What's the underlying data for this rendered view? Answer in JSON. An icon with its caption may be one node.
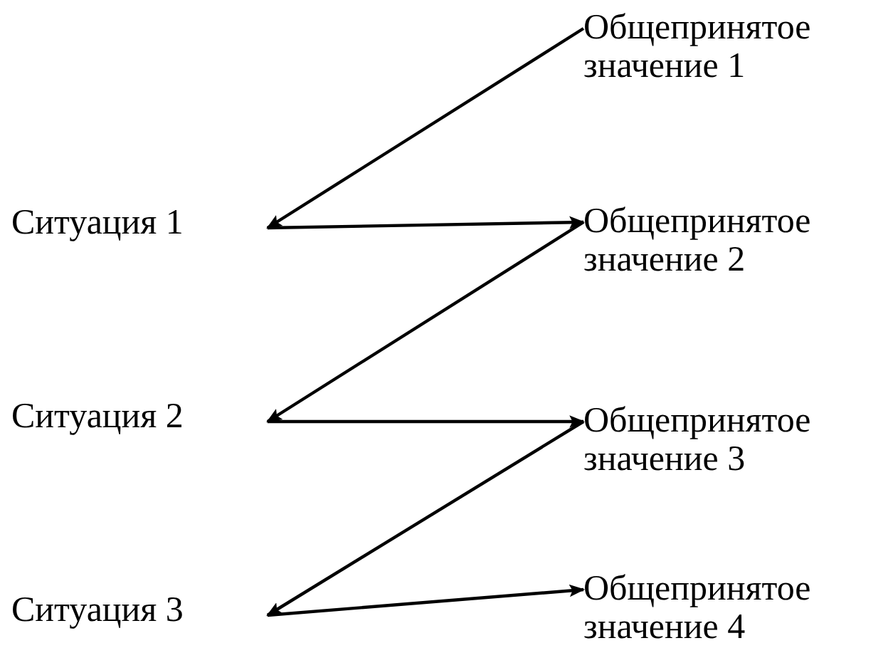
{
  "diagram": {
    "nodes": [
      {
        "text": [
          "Общепринятое значение 1"
        ]
      },
      {
        "text": [
          "Ситуация 1"
        ]
      },
      {
        "text": [
          "Общепринятое значение 2"
        ]
      },
      {
        "text": [
          "Ситуация 2"
        ]
      },
      {
        "text": [
          "Общепринятое значение 3"
        ]
      },
      {
        "text": [
          "Ситуация 3"
        ]
      },
      {
        "text": [
          "Общепринятое значение 4"
        ]
      }
    ],
    "edges": [
      {
        "from": 0,
        "to": 1,
        "arrow": "to"
      },
      {
        "from": 1,
        "to": 2,
        "arrow": "to"
      },
      {
        "from": 2,
        "to": 3,
        "arrow": "to"
      },
      {
        "from": 3,
        "to": 4,
        "arrow": "to"
      },
      {
        "from": 4,
        "to": 5,
        "arrow": "to"
      },
      {
        "from": 5,
        "to": 6,
        "arrow": "to"
      }
    ]
  }
}
